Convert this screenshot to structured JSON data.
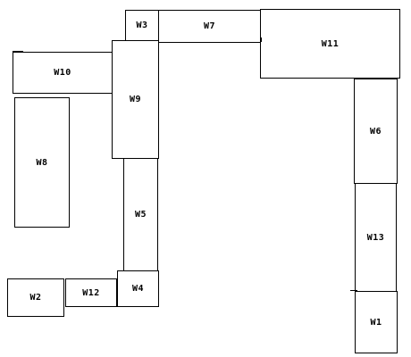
{
  "diagram": {
    "line_color": "#000000",
    "background": "#ffffff",
    "boxes": [
      {
        "id": "w1",
        "label": "W1"
      },
      {
        "id": "w2",
        "label": "W2"
      },
      {
        "id": "w3",
        "label": "W3"
      },
      {
        "id": "w4",
        "label": "W4"
      },
      {
        "id": "w5",
        "label": "W5"
      },
      {
        "id": "w6",
        "label": "W6"
      },
      {
        "id": "w7",
        "label": "W7"
      },
      {
        "id": "w8",
        "label": "W8"
      },
      {
        "id": "w9",
        "label": "W9"
      },
      {
        "id": "w10",
        "label": "W10"
      },
      {
        "id": "w11",
        "label": "W11"
      },
      {
        "id": "w12",
        "label": "W12"
      },
      {
        "id": "w13",
        "label": "W13"
      }
    ]
  }
}
